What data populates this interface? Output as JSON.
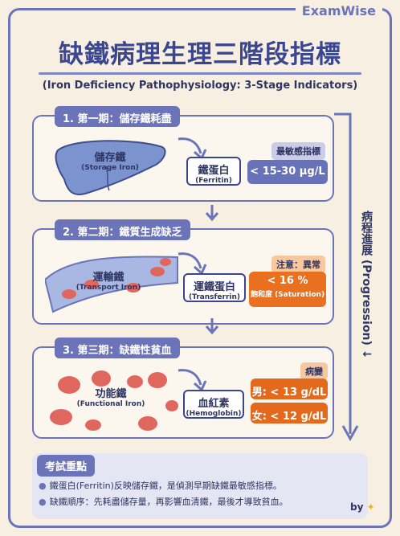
{
  "brand": "ExamWise",
  "title": "缺鐵病理生理三階段指標",
  "subtitle": "(Iron Deficiency Pathophysiology: 3-Stage Indicators)",
  "progression_label": "病程進展 (Progression) ↓",
  "colors": {
    "accent": "#6b74b8",
    "stage1_value": "#6772b8",
    "stage2_value": "#e8701e",
    "stage3_value": "#e36a1d",
    "liver": "#7b93cf",
    "rbc": "#e0675e"
  },
  "stages": [
    {
      "header": "1. 第一期：儲存鐵耗盡",
      "organ_zh": "儲存鐵",
      "organ_en": "(Storage Iron)",
      "organ_icon": "liver-icon",
      "marker_zh": "鐵蛋白",
      "marker_en": "(Ferritin)",
      "tag": "最敏感指標",
      "value": "< 15-30 μg/L"
    },
    {
      "header": "2. 第二期：鐵質生成缺乏",
      "organ_zh": "運輸鐵",
      "organ_en": "(Transport Iron)",
      "organ_icon": "blood-vessel-icon",
      "marker_zh": "運鐵蛋白",
      "marker_en": "(Transferrin)",
      "tag": "注意：異常",
      "value": "< 16 %",
      "value_sub": "飽和度 (Saturation)"
    },
    {
      "header": "3. 第三期：缺鐵性貧血",
      "organ_zh": "功能鐵",
      "organ_en": "(Functional Iron)",
      "organ_icon": "red-blood-cells-icon",
      "marker_zh": "血紅素",
      "marker_en": "(Hemoglobin)",
      "tag": "病變",
      "values": [
        "男: < 13 g/dL",
        "女: < 12 g/dL"
      ]
    }
  ],
  "notes": {
    "title": "考試重點",
    "items": [
      "鐵蛋白(Ferritin)反映儲存鐵，是偵測早期缺鐵最敏感指標。",
      "缺鐵順序：先耗盡儲存量，再影響血清鐵，最後才導致貧血。"
    ]
  },
  "signature": "by"
}
